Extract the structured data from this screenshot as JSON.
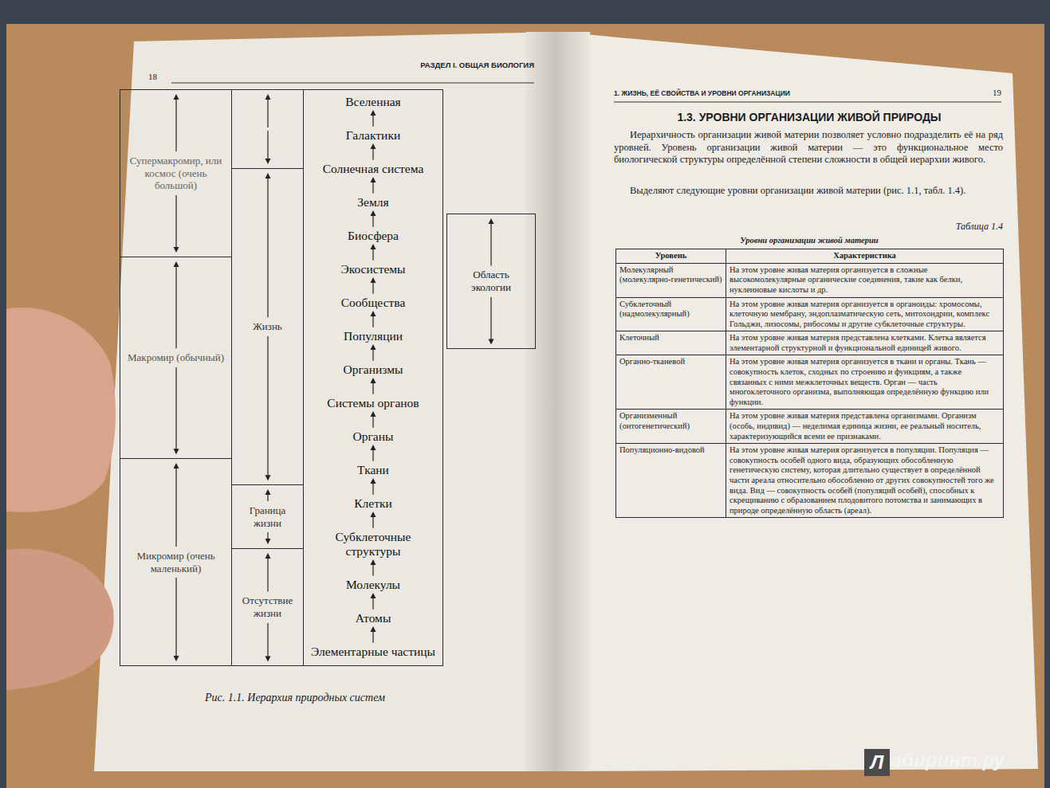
{
  "diagram": {
    "caption": "Рис. 1.1. Иерархия природных систем",
    "nodes": [
      {
        "text": [
          "Супермакромир, или космос (очень большой)"
        ]
      },
      {
        "text": [
          "Макромир (обычный)"
        ]
      },
      {
        "text": [
          "Микромир (очень маленький)"
        ]
      },
      {
        "text": [
          "Жизнь"
        ]
      },
      {
        "text": [
          "Граница жизни"
        ]
      },
      {
        "text": [
          "Отсутствие жизни"
        ]
      },
      {
        "text": [
          "Вселенная",
          "Галактики",
          "Солнечная система",
          "Земля",
          "Биосфера",
          "Экосистемы",
          "Сообщества",
          "Популяции",
          "Организмы",
          "Системы органов",
          "Органы",
          "Ткани",
          "Клетки",
          "Субклеточные структуры",
          "Молекулы",
          "Атомы",
          "Элементарные частицы"
        ]
      },
      {
        "text": [
          "Область экологии"
        ]
      }
    ],
    "labels": [
      "18",
      "РАЗДЕЛ I. ОБЩАЯ БИОЛОГИЯ",
      "1. ЖИЗНЬ, ЕЁ СВОЙСТВА И УРОВНИ ОРГАНИЗАЦИИ",
      "19",
      "1.3. УРОВНИ ОРГАНИЗАЦИИ ЖИВОЙ ПРИРОДЫ",
      "Иерархичность организации живой материи позволяет условно подразделить её на ряд уровней. Уровень организации живой материи — это функциональное место биологической структуры определённой степени сложности в общей иерархии живого.",
      "Выделяют следующие уровни организации живой материи (рис. 1.1, табл. 1.4).",
      "Таблица 1.4",
      "Уровни организации живой материи",
      "Уровень",
      "Характеристика",
      "Молекулярный (молекулярно-генетический)",
      "На этом уровне живая материя организуется в сложные высокомолекулярные органические соединения, такие как белки, нуклеиновые кислоты и др.",
      "Субклеточный (надмолекулярный)",
      "На этом уровне живая материя организуется в органоиды: хромосомы, клеточную мембрану, эндоплазматическую сеть, митохондрии, комплекс Гольджи, лизосомы, рибосомы и другие субклеточные структуры.",
      "Клеточный",
      "На этом уровне живая материя представлена клетками. Клетка является элементарной структурной и функциональной единицей живого.",
      "Органно-тканевой",
      "На этом уровне живая материя организуется в ткани и органы. Ткань — совокупность клеток, сходных по строению и функциям, а также связанных с ними межклеточных веществ. Орган — часть многоклеточного организма, выполняющая определённую функцию или функции.",
      "Организменный (онтогенетический)",
      "На этом уровне живая материя представлена организмами. Организм (особь, индивид) — неделимая единица жизни, ее реальный носитель, характеризующийся всеми ее признаками.",
      "Популяционно-видовой",
      "На этом уровне живая материя организуется в популяции. Популяция — совокупность особей одного вида, образующих обособленную генетическую систему, которая длительно существует в определённой части ареала относительно обособленно от других совокупностей того же вида. Вид — совокупность особей (популяций особей), способных к скрещиванию с образованием плодовитого потомства и занимающих в природе определённую область (ареал).",
      "Л",
      "абиринт.ру"
    ]
  }
}
